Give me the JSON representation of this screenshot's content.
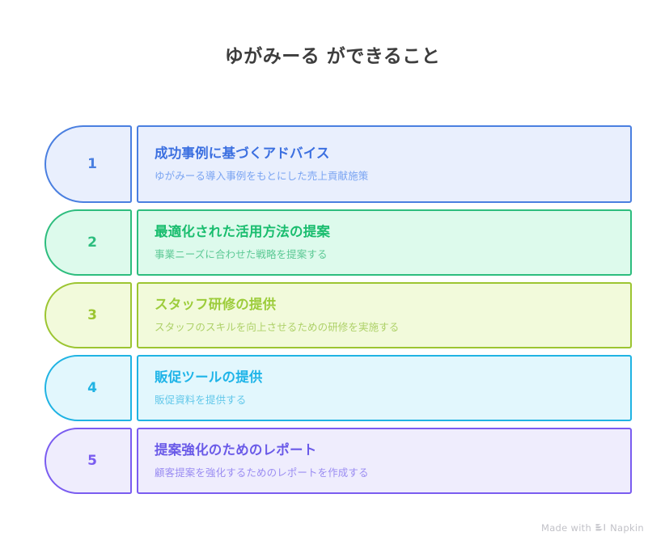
{
  "title": "ゆがみーる ができること",
  "background_color": "#ffffff",
  "title_color": "#3d3d3d",
  "items": [
    {
      "number": "1",
      "heading": "成功事例に基づくアドバイス",
      "description": "ゆがみーる導入事例をもとにした売上貢献施策",
      "theme": "blue",
      "border_color": "#4a7fe0",
      "fill_color": "#e9effd",
      "heading_color": "#3b6fe0",
      "description_color": "#7aa4f2"
    },
    {
      "number": "2",
      "heading": "最適化された活用方法の提案",
      "description": "事業ニーズに合わせた戦略を提案する",
      "theme": "green",
      "border_color": "#2dbd7e",
      "fill_color": "#ddfaec",
      "heading_color": "#19bd6e",
      "description_color": "#5cc995"
    },
    {
      "number": "3",
      "heading": "スタッフ研修の提供",
      "description": "スタッフのスキルを向上させるための研修を実施する",
      "theme": "lime",
      "border_color": "#9cc531",
      "fill_color": "#f2fadb",
      "heading_color": "#9ccc3a",
      "description_color": "#aed169"
    },
    {
      "number": "4",
      "heading": "販促ツールの提供",
      "description": "販促資料を提供する",
      "theme": "cyan",
      "border_color": "#20b3e3",
      "fill_color": "#e2f7fd",
      "heading_color": "#1eb4e8",
      "description_color": "#63c8ea"
    },
    {
      "number": "5",
      "heading": "提案強化のためのレポート",
      "description": "顧客提案を強化するためのレポートを作成する",
      "theme": "purple",
      "border_color": "#7a5cf0",
      "fill_color": "#efedfd",
      "heading_color": "#6a5ae8",
      "description_color": "#9b8df2"
    }
  ],
  "watermark": {
    "prefix": "Made with",
    "brand": "Napkin",
    "logo_icon": "napkin-chevron-logo-icon",
    "color": "#c2c2c8"
  }
}
